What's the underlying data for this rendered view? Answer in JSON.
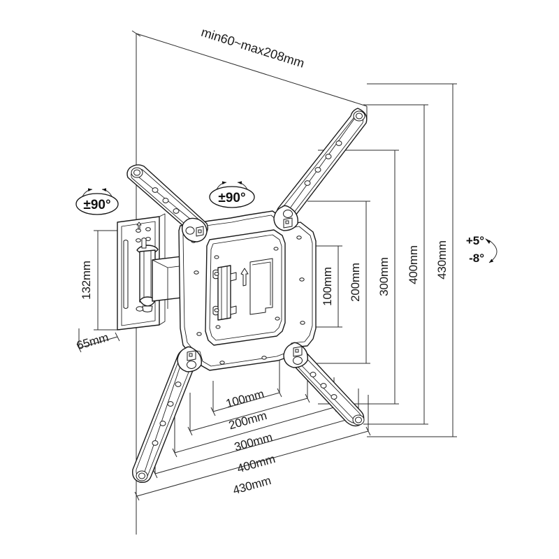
{
  "drawing": {
    "title": "Full-motion TV wall mount bracket technical drawing",
    "line_color": "#1a1a1a",
    "background_color": "#ffffff"
  },
  "dimensions": {
    "extension": {
      "label": "min60~max208mm",
      "name": "extension-range"
    },
    "wall_plate_height": {
      "label": "132mm",
      "name": "wall-plate-height"
    },
    "wall_plate_width": {
      "label": "65mm",
      "name": "wall-plate-width"
    },
    "vertical": [
      {
        "label": "100mm"
      },
      {
        "label": "200mm"
      },
      {
        "label": "300mm"
      },
      {
        "label": "400mm"
      },
      {
        "label": "430mm"
      }
    ],
    "horizontal": [
      {
        "label": "100mm"
      },
      {
        "label": "200mm"
      },
      {
        "label": "300mm"
      },
      {
        "label": "400mm"
      },
      {
        "label": "430mm"
      }
    ]
  },
  "articulation": {
    "swivel_left": {
      "label": "±90°",
      "name": "swivel-left"
    },
    "swivel_center": {
      "label": "±90°",
      "name": "swivel-center"
    },
    "tilt_up": {
      "label": "+5°"
    },
    "tilt_down": {
      "label": "-8°"
    }
  },
  "markers": {
    "orientation_arrow": "up-arrow-icon"
  }
}
